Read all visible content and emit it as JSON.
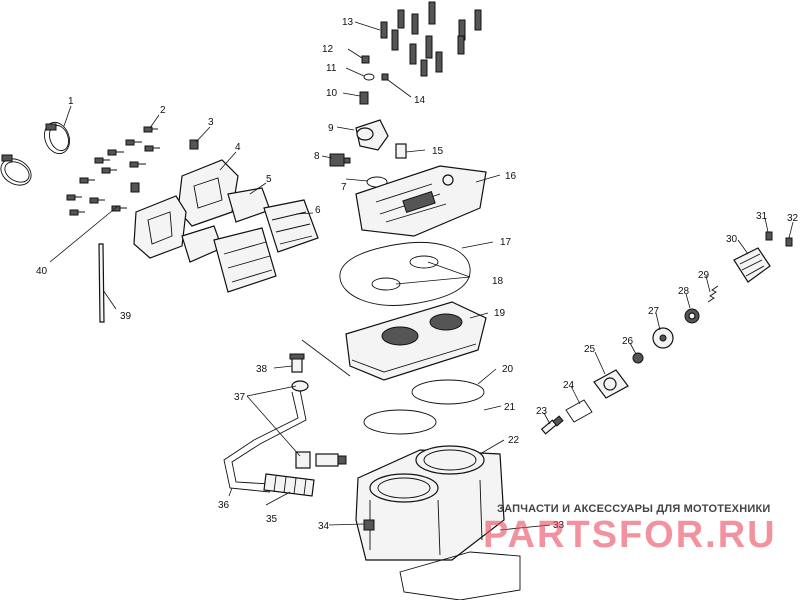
{
  "diagram": {
    "callouts": [
      "1",
      "2",
      "3",
      "4",
      "5",
      "6",
      "7",
      "8",
      "9",
      "10",
      "11",
      "12",
      "13",
      "14",
      "15",
      "16",
      "17",
      "18",
      "19",
      "20",
      "21",
      "22",
      "23",
      "24",
      "25",
      "26",
      "27",
      "28",
      "29",
      "30",
      "31",
      "32",
      "33",
      "34",
      "35",
      "36",
      "37",
      "38",
      "39",
      "40"
    ]
  },
  "watermark": {
    "caption": "ЗАПЧАСТИ И АКСЕССУАРЫ ДЛЯ МОТОТЕХНИКИ",
    "logo": "PARTSFOR.RU",
    "logo_color": "#e84a5f"
  }
}
